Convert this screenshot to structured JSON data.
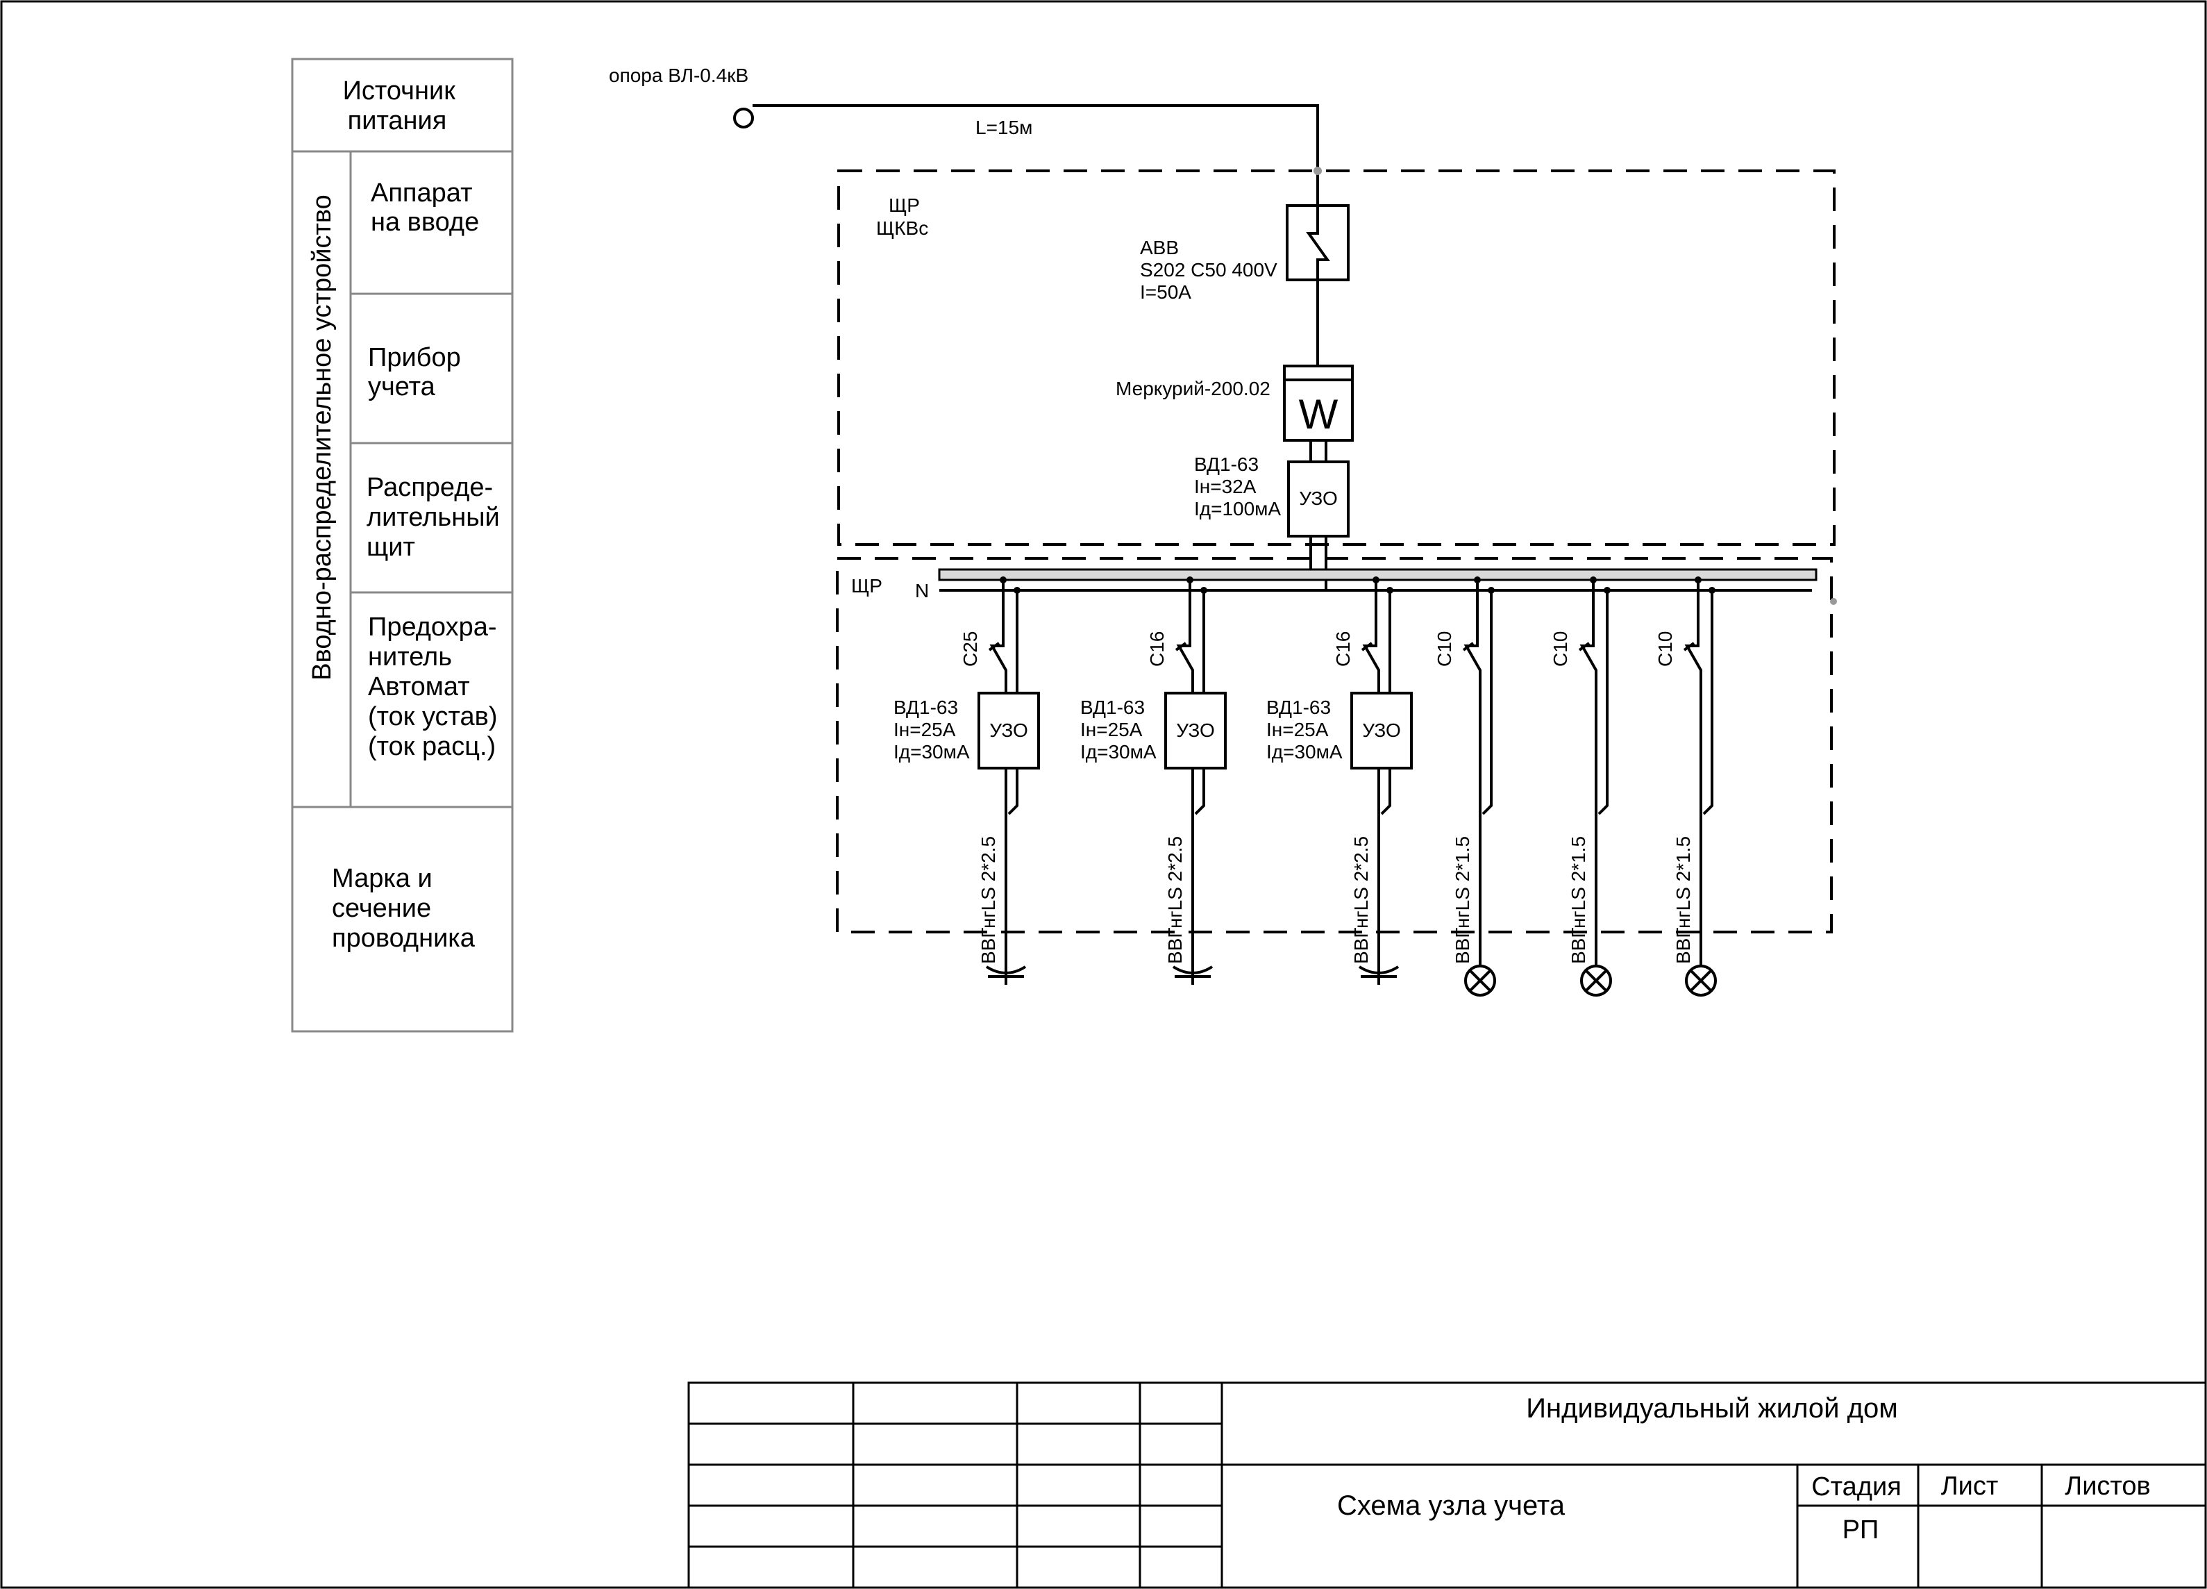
{
  "legend": {
    "source": [
      "Источник",
      "питания"
    ],
    "vru": "Вводно-распределительное устройство",
    "input_device": [
      "Аппарат",
      "на вводе"
    ],
    "meter": [
      "Прибор",
      "учета"
    ],
    "dist_board": [
      "Распреде-",
      "лительный",
      "щит"
    ],
    "protection": [
      "Предохра-",
      "нитель",
      "Автомат",
      "(ток устав)",
      "(ток расц.)"
    ],
    "conductor": [
      "Марка и",
      "сечение",
      "проводника"
    ]
  },
  "supply": {
    "pole_label": "опора ВЛ-0.4кВ",
    "line_length": "L=15м"
  },
  "input_board": {
    "label": [
      "ЩР",
      "ЩКВс"
    ],
    "breaker": [
      "ABB",
      "S202 C50 400V",
      "I=50A"
    ],
    "meter_label": "Меркурий-200.02",
    "meter_symbol": "W",
    "rcd": [
      "ВД1-63",
      "Iн=32А",
      "Iд=100мА"
    ],
    "rcd_symbol": "УЗО"
  },
  "dist_board": {
    "label": "ЩР",
    "neutral": "N"
  },
  "feeders": [
    {
      "breaker": "C25",
      "rcd": [
        "ВД1-63",
        "Iн=25А",
        "Iд=30мА"
      ],
      "rcd_symbol": "УЗО",
      "cable": "ВВГнгLS 2*2.5",
      "load": "socket-icon"
    },
    {
      "breaker": "C16",
      "rcd": [
        "ВД1-63",
        "Iн=25А",
        "Iд=30мА"
      ],
      "rcd_symbol": "УЗО",
      "cable": "ВВГнгLS 2*2.5",
      "load": "socket-icon"
    },
    {
      "breaker": "C16",
      "rcd": [
        "ВД1-63",
        "Iн=25А",
        "Iд=30мА"
      ],
      "rcd_symbol": "УЗО",
      "cable": "ВВГнгLS 2*2.5",
      "load": "socket-icon"
    },
    {
      "breaker": "C10",
      "cable": "ВВГнгLS 2*1.5",
      "load": "lamp-icon"
    },
    {
      "breaker": "C10",
      "cable": "ВВГнгLS 2*1.5",
      "load": "lamp-icon"
    },
    {
      "breaker": "C10",
      "cable": "ВВГнгLS 2*1.5",
      "load": "lamp-icon"
    }
  ],
  "title_block": {
    "project": "Индивидуальный жилой дом",
    "sheet_title": "Схема узла учета",
    "stage_header": "Стадия",
    "sheet_header": "Лист",
    "sheets_header": "Листов",
    "stage_value": "РП",
    "sheet_value": "",
    "sheets_value": ""
  }
}
